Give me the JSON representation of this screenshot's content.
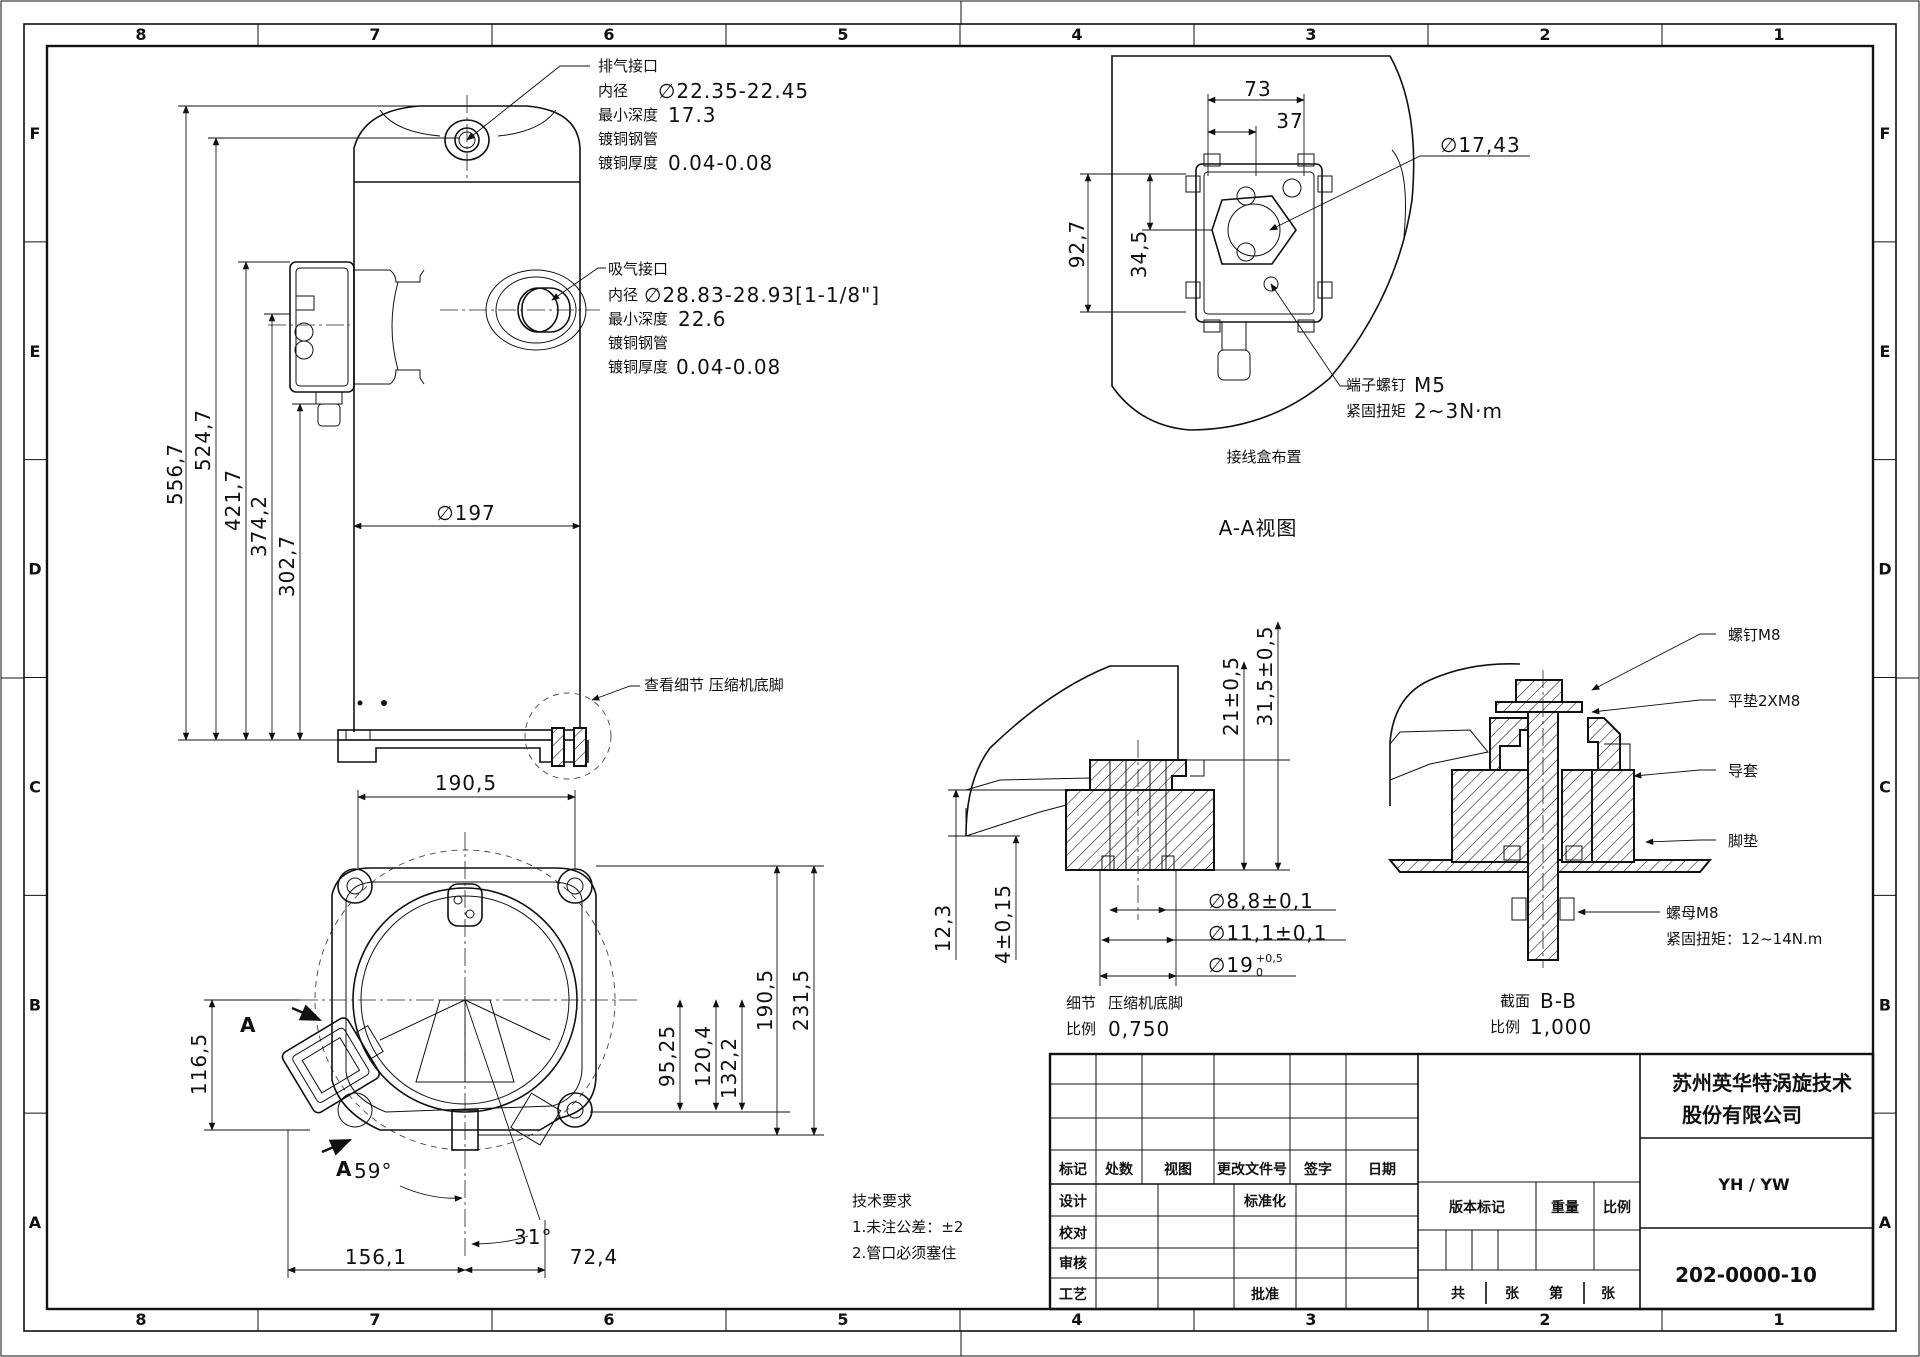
{
  "zones": {
    "columns": [
      "8",
      "7",
      "6",
      "5",
      "4",
      "3",
      "2",
      "1"
    ],
    "rows": [
      "F",
      "E",
      "D",
      "C",
      "B",
      "A"
    ]
  },
  "discharge": {
    "title": "排气接口",
    "id_label": "内径",
    "id_value": "∅22.35-22.45",
    "depth_label": "最小深度",
    "depth_value": "17.3",
    "pipe_label": "镀铜钢管",
    "thick_label": "镀铜厚度",
    "thick_value": "0.04-0.08"
  },
  "suction": {
    "title": "吸气接口",
    "id_label": "内径",
    "id_value": "∅28.83-28.93[1-1/8\"]",
    "depth_label": "最小深度",
    "depth_value": "22.6",
    "pipe_label": "镀铜钢管",
    "thick_label": "镀铜厚度",
    "thick_value": "0.04-0.08"
  },
  "side_view": {
    "heights": [
      "556,7",
      "524,7",
      "421,7",
      "374,2",
      "302,7"
    ],
    "diameter": "∅197",
    "detail_note": "查看细节  压缩机底脚"
  },
  "top_view": {
    "width_dim": "190,5",
    "right_dims": [
      "190,5",
      "231,5"
    ],
    "inner_dims": [
      "95,25",
      "120,4",
      "132,2"
    ],
    "left_dim": "116,5",
    "bottom_dims": [
      "156,1",
      "72,4"
    ],
    "angle_59": "59°",
    "angle_31": "31°",
    "section_mark": "A"
  },
  "terminal_box": {
    "dims_top": [
      "73",
      "37"
    ],
    "dia": "∅17,43",
    "dims_left": [
      "92,7",
      "34,5"
    ],
    "screw_label": "端子螺钉",
    "screw_value": "M5",
    "torque_label": "紧固扭矩",
    "torque_value": "2~3N·m",
    "caption": "接线盒布置",
    "view_caption": "A-A视图"
  },
  "foot_detail": {
    "heights": [
      "21±0,5",
      "31,5±0,5"
    ],
    "left_dims": [
      "12,3",
      "4±0,15"
    ],
    "dia_1": "∅8,8±0,1",
    "dia_2": "∅11,1±0,1",
    "dia_3": "∅19",
    "dia_3_tol_upper": "+0,5",
    "dia_3_tol_lower": "0",
    "caption_label": "细节",
    "caption_value": "压缩机底脚",
    "scale_label": "比例",
    "scale_value": "0,750"
  },
  "section_bb": {
    "bolt": "螺钉M8",
    "washer": "平垫2XM8",
    "sleeve": "导套",
    "pad": "脚垫",
    "nut": "螺母M8",
    "torque": "紧固扭矩：12~14N.m",
    "caption_label": "截面",
    "caption_value": "B-B",
    "scale_label": "比例",
    "scale_value": "1,000"
  },
  "tech_requirements": {
    "title": "技术要求",
    "item1": "1.未注公差：±2",
    "item2": "2.管口必须塞住"
  },
  "title_block": {
    "company_line1": "苏州英华特涡旋技术",
    "company_line2": "股份有限公司",
    "model": "YH / YW",
    "drawing_no": "202-0000-10",
    "rev_headers": [
      "标记",
      "处数",
      "视图",
      "更改文件号",
      "签字",
      "日期"
    ],
    "sign_rows": [
      "设计",
      "校对",
      "审核",
      "工艺"
    ],
    "standardize": "标准化",
    "approve": "批准",
    "version_mark": "版本标记",
    "weight": "重量",
    "scale": "比例",
    "sheet_total": "共",
    "sheet_unit1": "张",
    "sheet_nth": "第",
    "sheet_unit2": "张"
  }
}
